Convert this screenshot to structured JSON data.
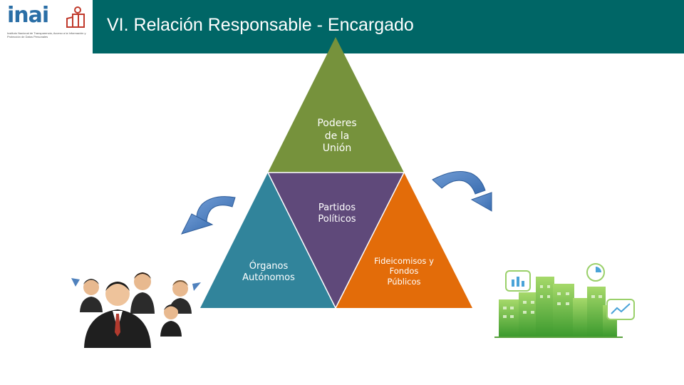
{
  "header": {
    "title": "VI. Relación Responsable - Encargado",
    "bg_color": "#006666"
  },
  "logo": {
    "word": "inai",
    "fine_print": "Instituto Nacional de Transparencia, Acceso a la Información y Protección de Datos Personales",
    "color": "#2a6ea6",
    "icon": "inai-logo-icon"
  },
  "pyramid": {
    "top": {
      "label": "Poderes de la Unión",
      "color": "#76923c"
    },
    "center": {
      "label": "Partidos Políticos",
      "color": "#5f497a"
    },
    "left": {
      "label": "Órganos Autónomos",
      "color": "#31849b"
    },
    "right": {
      "label": "Fideicomisos y Fondos Públicos",
      "color": "#e36c09"
    }
  },
  "arrows": {
    "color": "#4f81bd",
    "left_icon": "curved-arrow-down-left-icon",
    "right_icon": "curved-arrow-down-right-icon"
  },
  "illustrations": {
    "people": "business-people-icon",
    "city": "city-buildings-icon"
  }
}
